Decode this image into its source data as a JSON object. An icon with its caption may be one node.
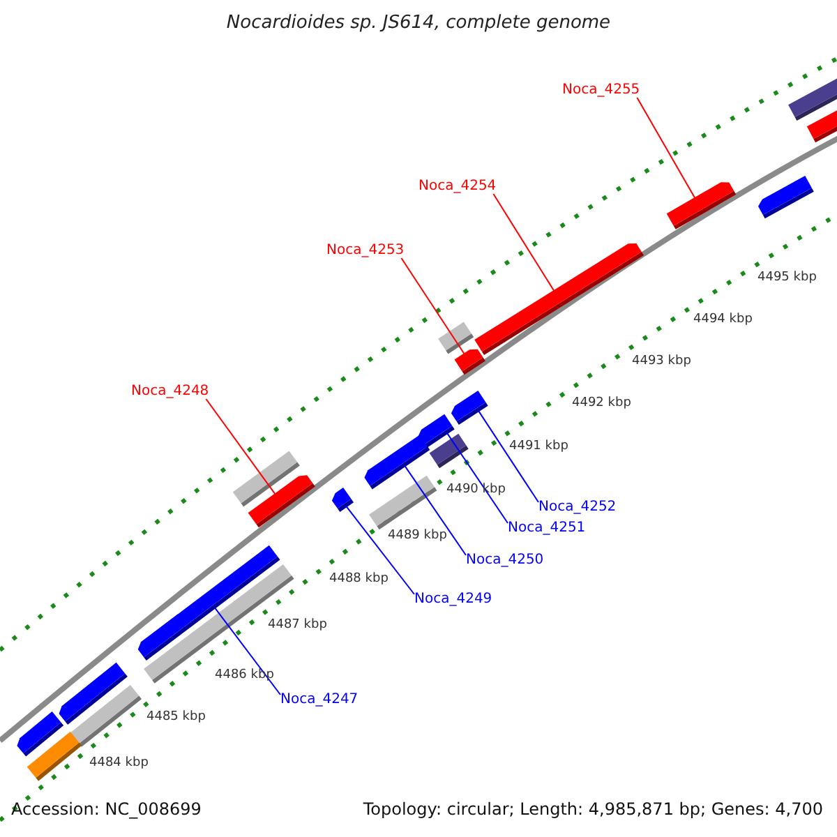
{
  "diagram": {
    "title": "Nocardioides sp. JS614, complete genome",
    "nodes": [
      {
        "text": [
          "Noca_4255"
        ]
      },
      {
        "text": [
          "Noca_4254"
        ]
      },
      {
        "text": [
          "Noca_4253"
        ]
      },
      {
        "text": [
          "Noca_4248"
        ]
      },
      {
        "text": [
          "Noca_4252"
        ]
      },
      {
        "text": [
          "Noca_4251"
        ]
      },
      {
        "text": [
          "Noca_4250"
        ]
      },
      {
        "text": [
          "Noca_4249"
        ]
      },
      {
        "text": [
          "Noca_4247"
        ]
      },
      {
        "text": [],
        "shape": "bar"
      },
      {
        "text": [],
        "shape": "pentagon"
      },
      {
        "text": [],
        "shape": "pentagon"
      },
      {
        "text": [],
        "shape": "pentagon"
      },
      {
        "text": [],
        "shape": "pentagon"
      },
      {
        "text": [],
        "shape": "bar"
      },
      {
        "text": [],
        "shape": "pentagon"
      },
      {
        "text": [],
        "shape": "pentagon"
      },
      {
        "text": [],
        "shape": "pentagon"
      },
      {
        "text": [],
        "shape": "bar"
      },
      {
        "text": [],
        "shape": "bar"
      },
      {
        "text": [],
        "shape": "pentagon"
      },
      {
        "text": [],
        "shape": "pentagon"
      },
      {
        "text": [],
        "shape": "pentagon"
      },
      {
        "text": [],
        "shape": "bar"
      },
      {
        "text": [],
        "shape": "pentagon"
      },
      {
        "text": [],
        "shape": "bar"
      },
      {
        "text": [],
        "shape": "pentagon"
      },
      {
        "text": [],
        "shape": "bar"
      },
      {
        "text": [],
        "shape": "pentagon"
      },
      {
        "text": [],
        "shape": "bar"
      }
    ],
    "edges": [
      {
        "from": 0,
        "to": 12,
        "arrow": "none",
        "color": "#ff0000"
      },
      {
        "from": 1,
        "to": 13,
        "arrow": "none",
        "color": "#ff0000"
      },
      {
        "from": 2,
        "to": 15,
        "arrow": "none",
        "color": "#ff0000"
      },
      {
        "from": 3,
        "to": 20,
        "arrow": "none",
        "color": "#ff0000"
      },
      {
        "from": 4,
        "to": 16,
        "arrow": "none"
      },
      {
        "from": 5,
        "to": 17,
        "arrow": "none"
      },
      {
        "from": 6,
        "to": 22,
        "arrow": "none"
      },
      {
        "from": 7,
        "to": 21,
        "arrow": "none"
      },
      {
        "from": 8,
        "to": 24,
        "arrow": "none"
      }
    ],
    "labels": [
      "4495 kbp",
      "4494 kbp",
      "4493 kbp",
      "4492 kbp",
      "4491 kbp",
      "4490 kbp",
      "4489 kbp",
      "4488 kbp",
      "4487 kbp",
      "4486 kbp",
      "4485 kbp",
      "4484 kbp",
      "Accession: NC_008699",
      "Topology: circular; Length: 4,985,871 bp; Genes: 4,700"
    ]
  }
}
